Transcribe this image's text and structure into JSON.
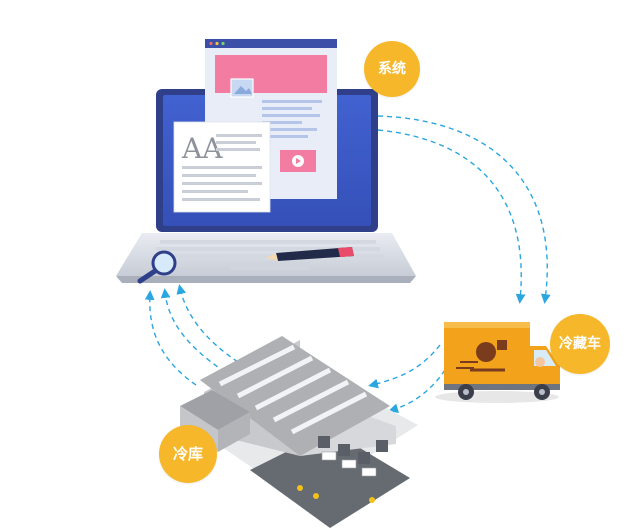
{
  "nodes": {
    "system": {
      "label": "系统"
    },
    "truck": {
      "label": "冷藏车"
    },
    "warehouse": {
      "label": "冷库"
    }
  },
  "colors": {
    "badge": "#f6b82a",
    "flow_arrow": "#2aa6e0",
    "laptop_screen": "#3a5bc7",
    "truck_body": "#f2a21b",
    "warehouse_roof": "#a8a9ad"
  },
  "icons": {
    "magnifier": "magnifier-icon",
    "pen": "pen-icon",
    "play": "play-icon",
    "image": "image-icon",
    "font": "font-icon"
  },
  "document": {
    "font_glyph": "AA"
  }
}
